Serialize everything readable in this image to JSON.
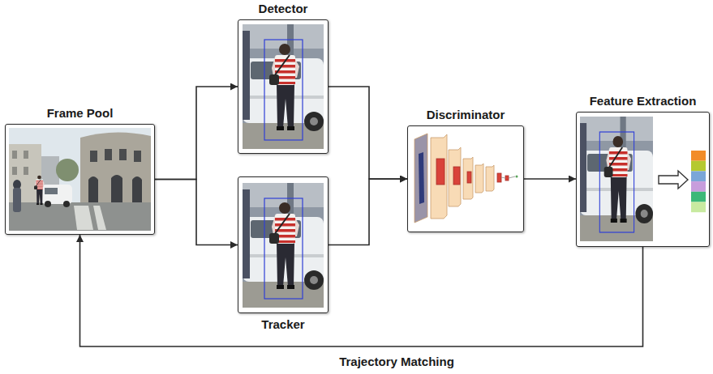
{
  "diagram": {
    "nodes": [
      {
        "text": [
          "Frame Pool"
        ]
      },
      {
        "text": [
          "Detector"
        ]
      },
      {
        "text": [
          "Tracker"
        ]
      },
      {
        "text": [
          "Discriminator"
        ]
      },
      {
        "text": [
          "Feature Extraction"
        ]
      }
    ],
    "edges": [
      {
        "from": 0,
        "to": 1,
        "arrow": "to"
      },
      {
        "from": 0,
        "to": 2,
        "arrow": "to"
      },
      {
        "from": 1,
        "to": 3,
        "arrow": "to"
      },
      {
        "from": 2,
        "to": 3,
        "arrow": "to"
      },
      {
        "from": 3,
        "to": 4,
        "arrow": "to"
      },
      {
        "from": 4,
        "to": 0,
        "label": "Trajectory Matching",
        "arrow": "to"
      }
    ]
  }
}
